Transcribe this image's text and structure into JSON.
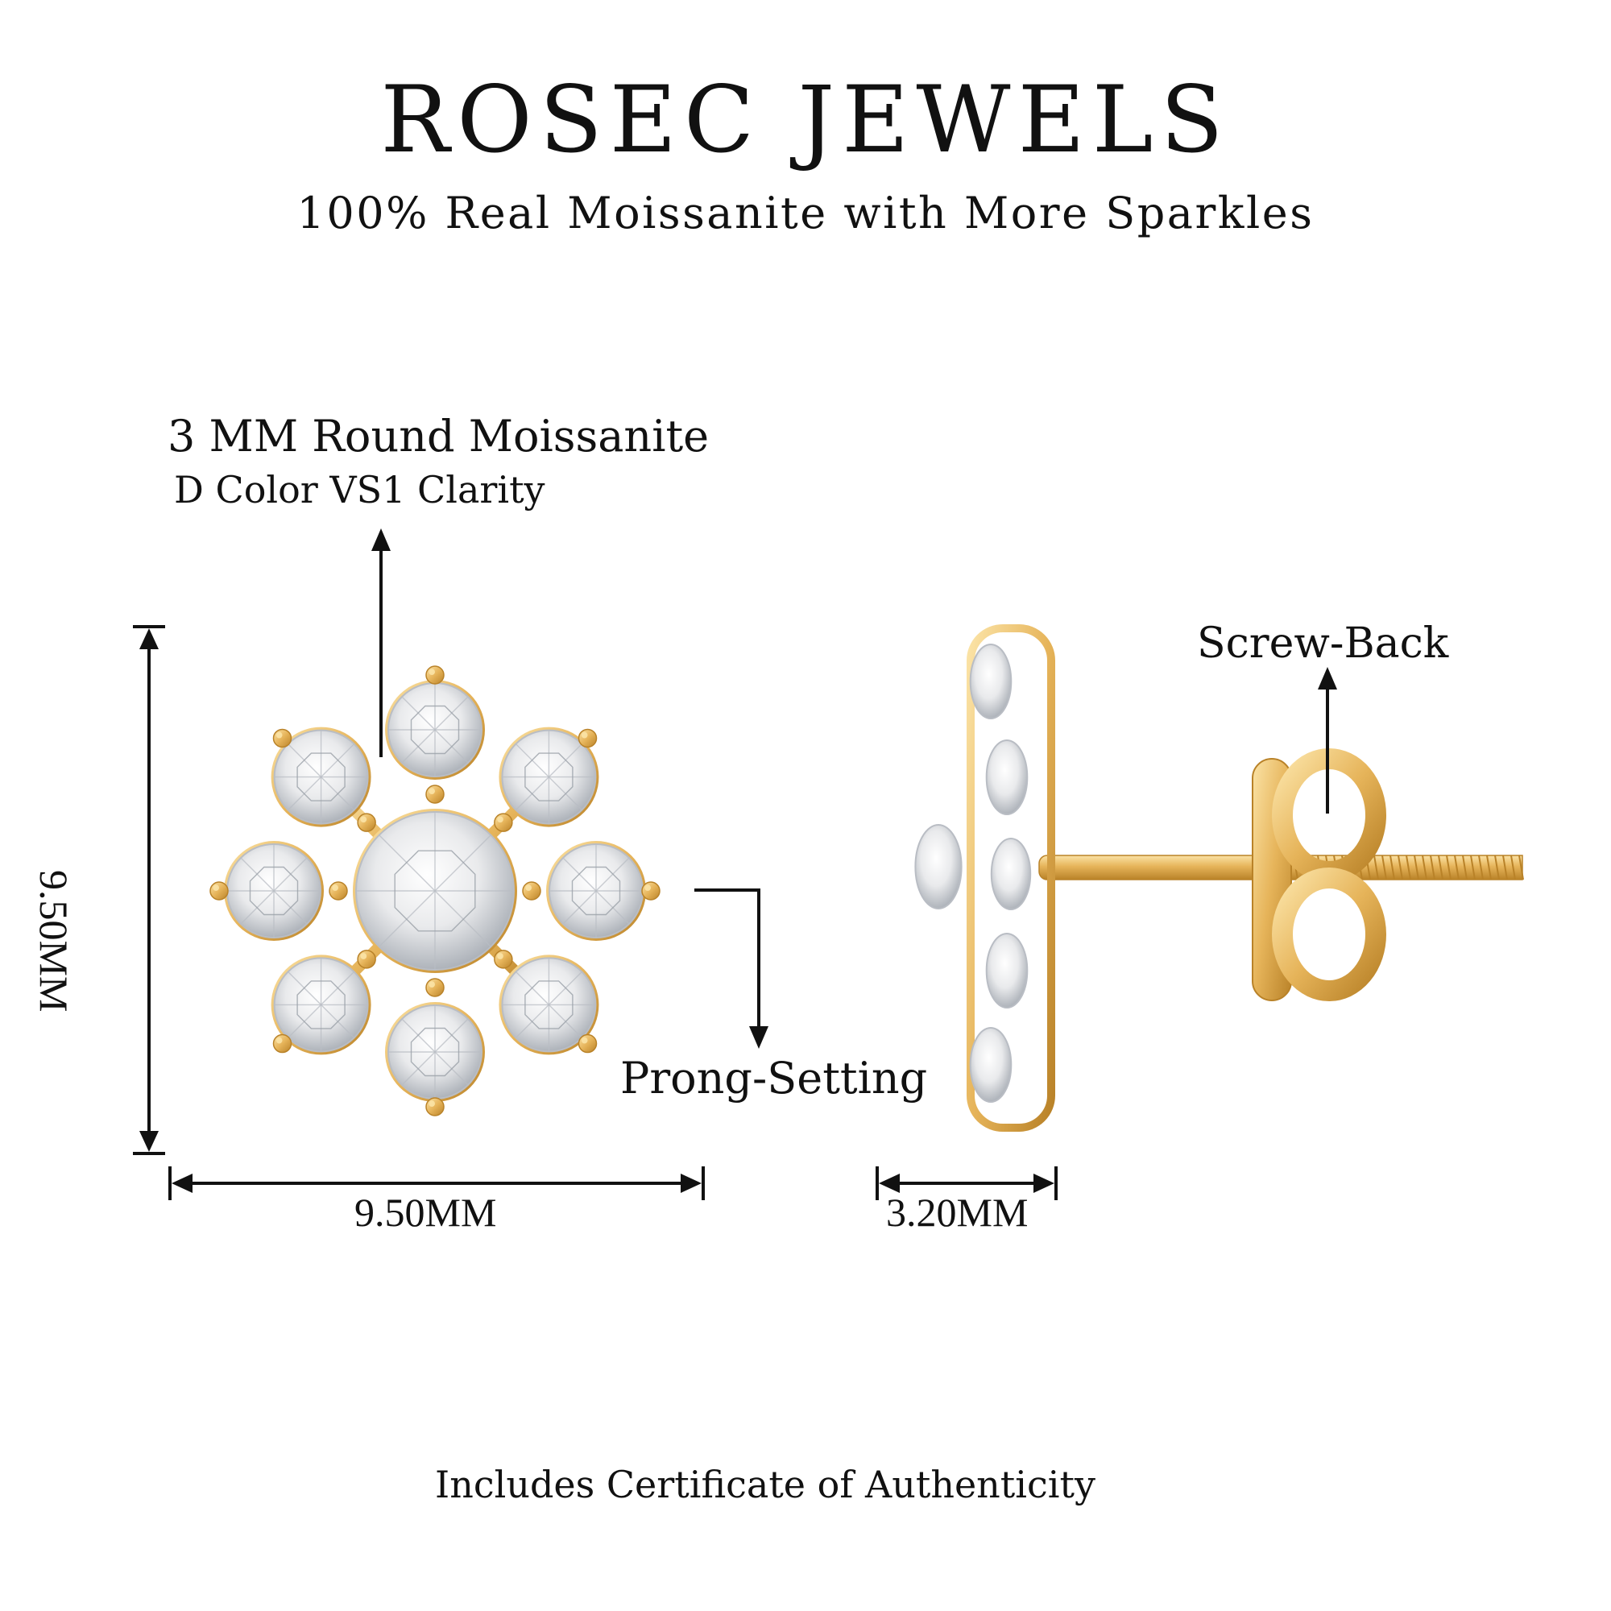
{
  "brand": "ROSEC JEWELS",
  "tagline": "100% Real Moissanite with More Sparkles",
  "annotations": {
    "stone_size": "3 MM Round Moissanite",
    "stone_grade": "D Color VS1 Clarity",
    "prong": "Prong-Setting",
    "screw_back": "Screw-Back"
  },
  "dimensions": {
    "height": "9.50MM",
    "width": "9.50MM",
    "depth": "3.20MM"
  },
  "footer": "Includes Certificate of Authenticity",
  "colors": {
    "gold": "#e6b45a",
    "gold_dark": "#b98228",
    "gold_light": "#fbe3a6",
    "diamond": "#f1f1f1",
    "diamond_shade": "#b9bdc4",
    "ink": "#111111"
  },
  "icons": [
    "earring-front-view",
    "earring-side-view",
    "arrow-up-icon",
    "arrow-down-icon",
    "dimension-arrow-icon"
  ]
}
